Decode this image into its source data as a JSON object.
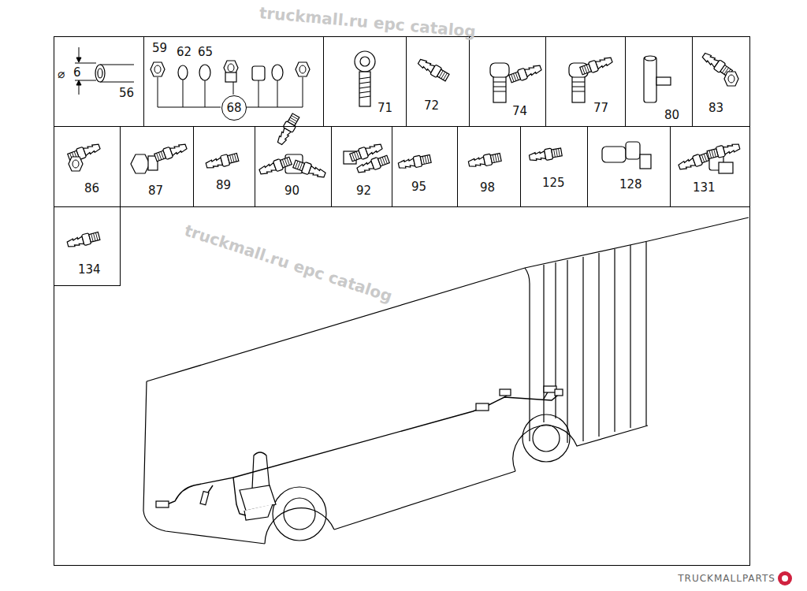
{
  "diagram": {
    "nodes": [
      {
        "text": [
          "⌀",
          "6",
          "56"
        ]
      },
      {
        "text": [
          "59",
          "62",
          "65"
        ]
      },
      {
        "text": [
          "68"
        ],
        "in": 1
      },
      {
        "text": [
          "71"
        ]
      },
      {
        "text": [
          "72"
        ]
      },
      {
        "text": [
          "74"
        ]
      },
      {
        "text": [
          "77"
        ]
      },
      {
        "text": [
          "80"
        ]
      },
      {
        "text": [
          "83"
        ]
      },
      {
        "text": [
          "86"
        ]
      },
      {
        "text": [
          "87"
        ]
      },
      {
        "text": [
          "89"
        ]
      },
      {
        "text": [
          "90"
        ]
      },
      {
        "text": [
          "92"
        ]
      },
      {
        "text": [
          "95"
        ]
      },
      {
        "text": [
          "98"
        ]
      },
      {
        "text": [
          "125"
        ]
      },
      {
        "text": [
          "128"
        ]
      },
      {
        "text": [
          "131"
        ]
      },
      {
        "text": [
          "134"
        ]
      }
    ],
    "labels": [
      "truckmall.ru epc catalog",
      "truckmall.ru epc catalog",
      "TRUCKMALLPARTS"
    ]
  }
}
